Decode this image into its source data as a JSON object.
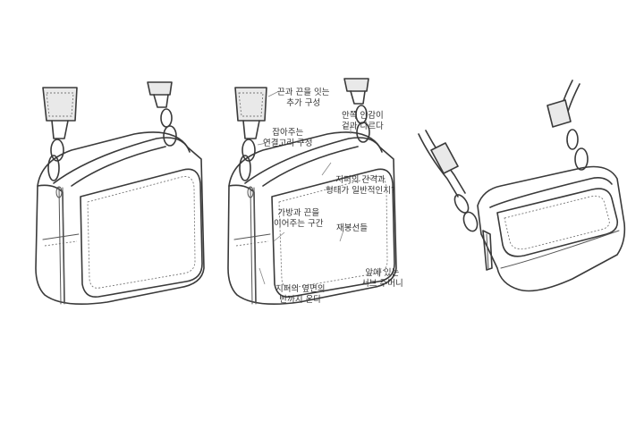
{
  "annotations": {
    "strap_extension": [
      "끈과 끈을 잇는",
      "추가 구성"
    ],
    "connector_ring": [
      "잡아주는",
      "연결고리 구성"
    ],
    "inner_lining": [
      "안쪽 안감이",
      "겉과 다르다"
    ],
    "zipper_spacing": [
      "지퍼의 간격과",
      "형태가 일반적인지?"
    ],
    "bag_strap_section": [
      "가방과 끈을",
      "이어주는 구간"
    ],
    "seam_line": [
      "재봉선들"
    ],
    "front_pocket": [
      "앞에 있는",
      "서브 주머니"
    ],
    "zipper_side": [
      "지퍼의 옆면의",
      "반까지 온다"
    ]
  },
  "palette": {
    "ink": "#3a3a3a",
    "shade": "#e9e9e9",
    "background": "#ffffff"
  }
}
